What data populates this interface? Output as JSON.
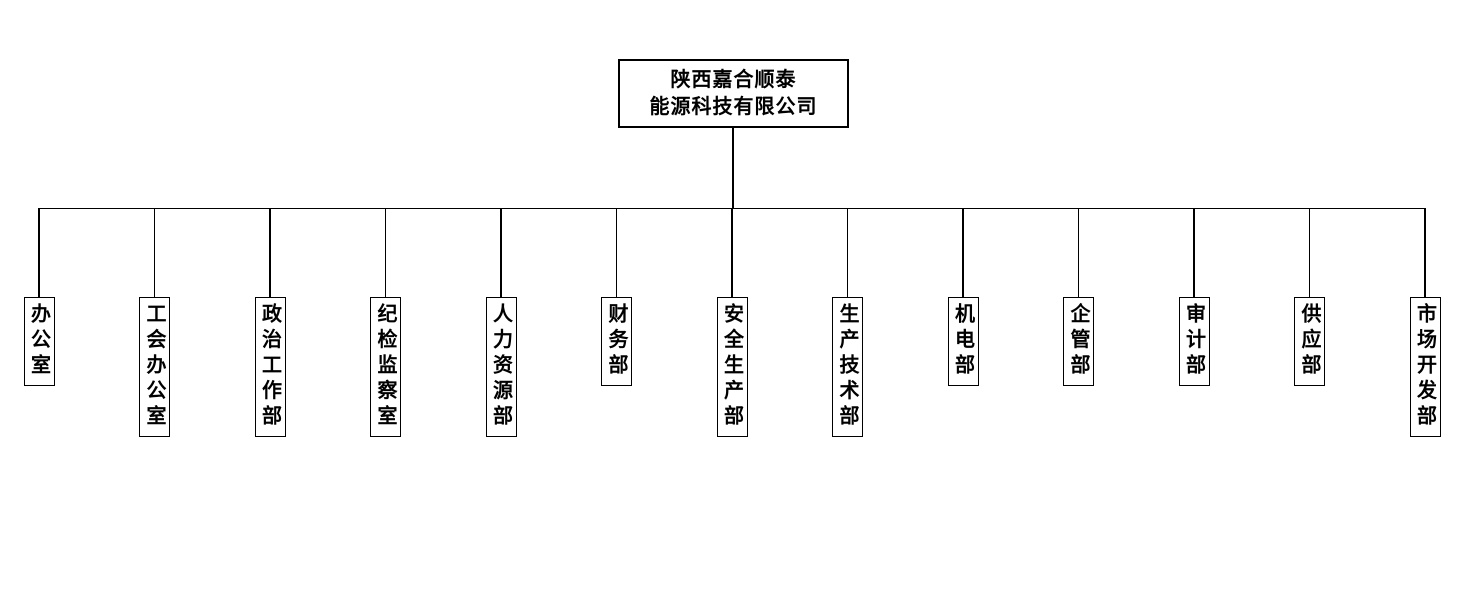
{
  "org_chart": {
    "type": "organization-chart",
    "root": {
      "name": "陕西嘉合顺泰能源科技有限公司",
      "line1": "陕西嘉合顺泰",
      "line2": "能源科技有限公司"
    },
    "departments": [
      {
        "name": "办公室"
      },
      {
        "name": "工会办公室"
      },
      {
        "name": "政治工作部"
      },
      {
        "name": "纪检监察室"
      },
      {
        "name": "人力资源部"
      },
      {
        "name": "财务部"
      },
      {
        "name": "安全生产部"
      },
      {
        "name": "生产技术部"
      },
      {
        "name": "机电部"
      },
      {
        "name": "企管部"
      },
      {
        "name": "审计部"
      },
      {
        "name": "供应部"
      },
      {
        "name": "市场开发部"
      }
    ],
    "colors": {
      "line": "#000000",
      "text": "#000000",
      "background": "#ffffff"
    }
  }
}
